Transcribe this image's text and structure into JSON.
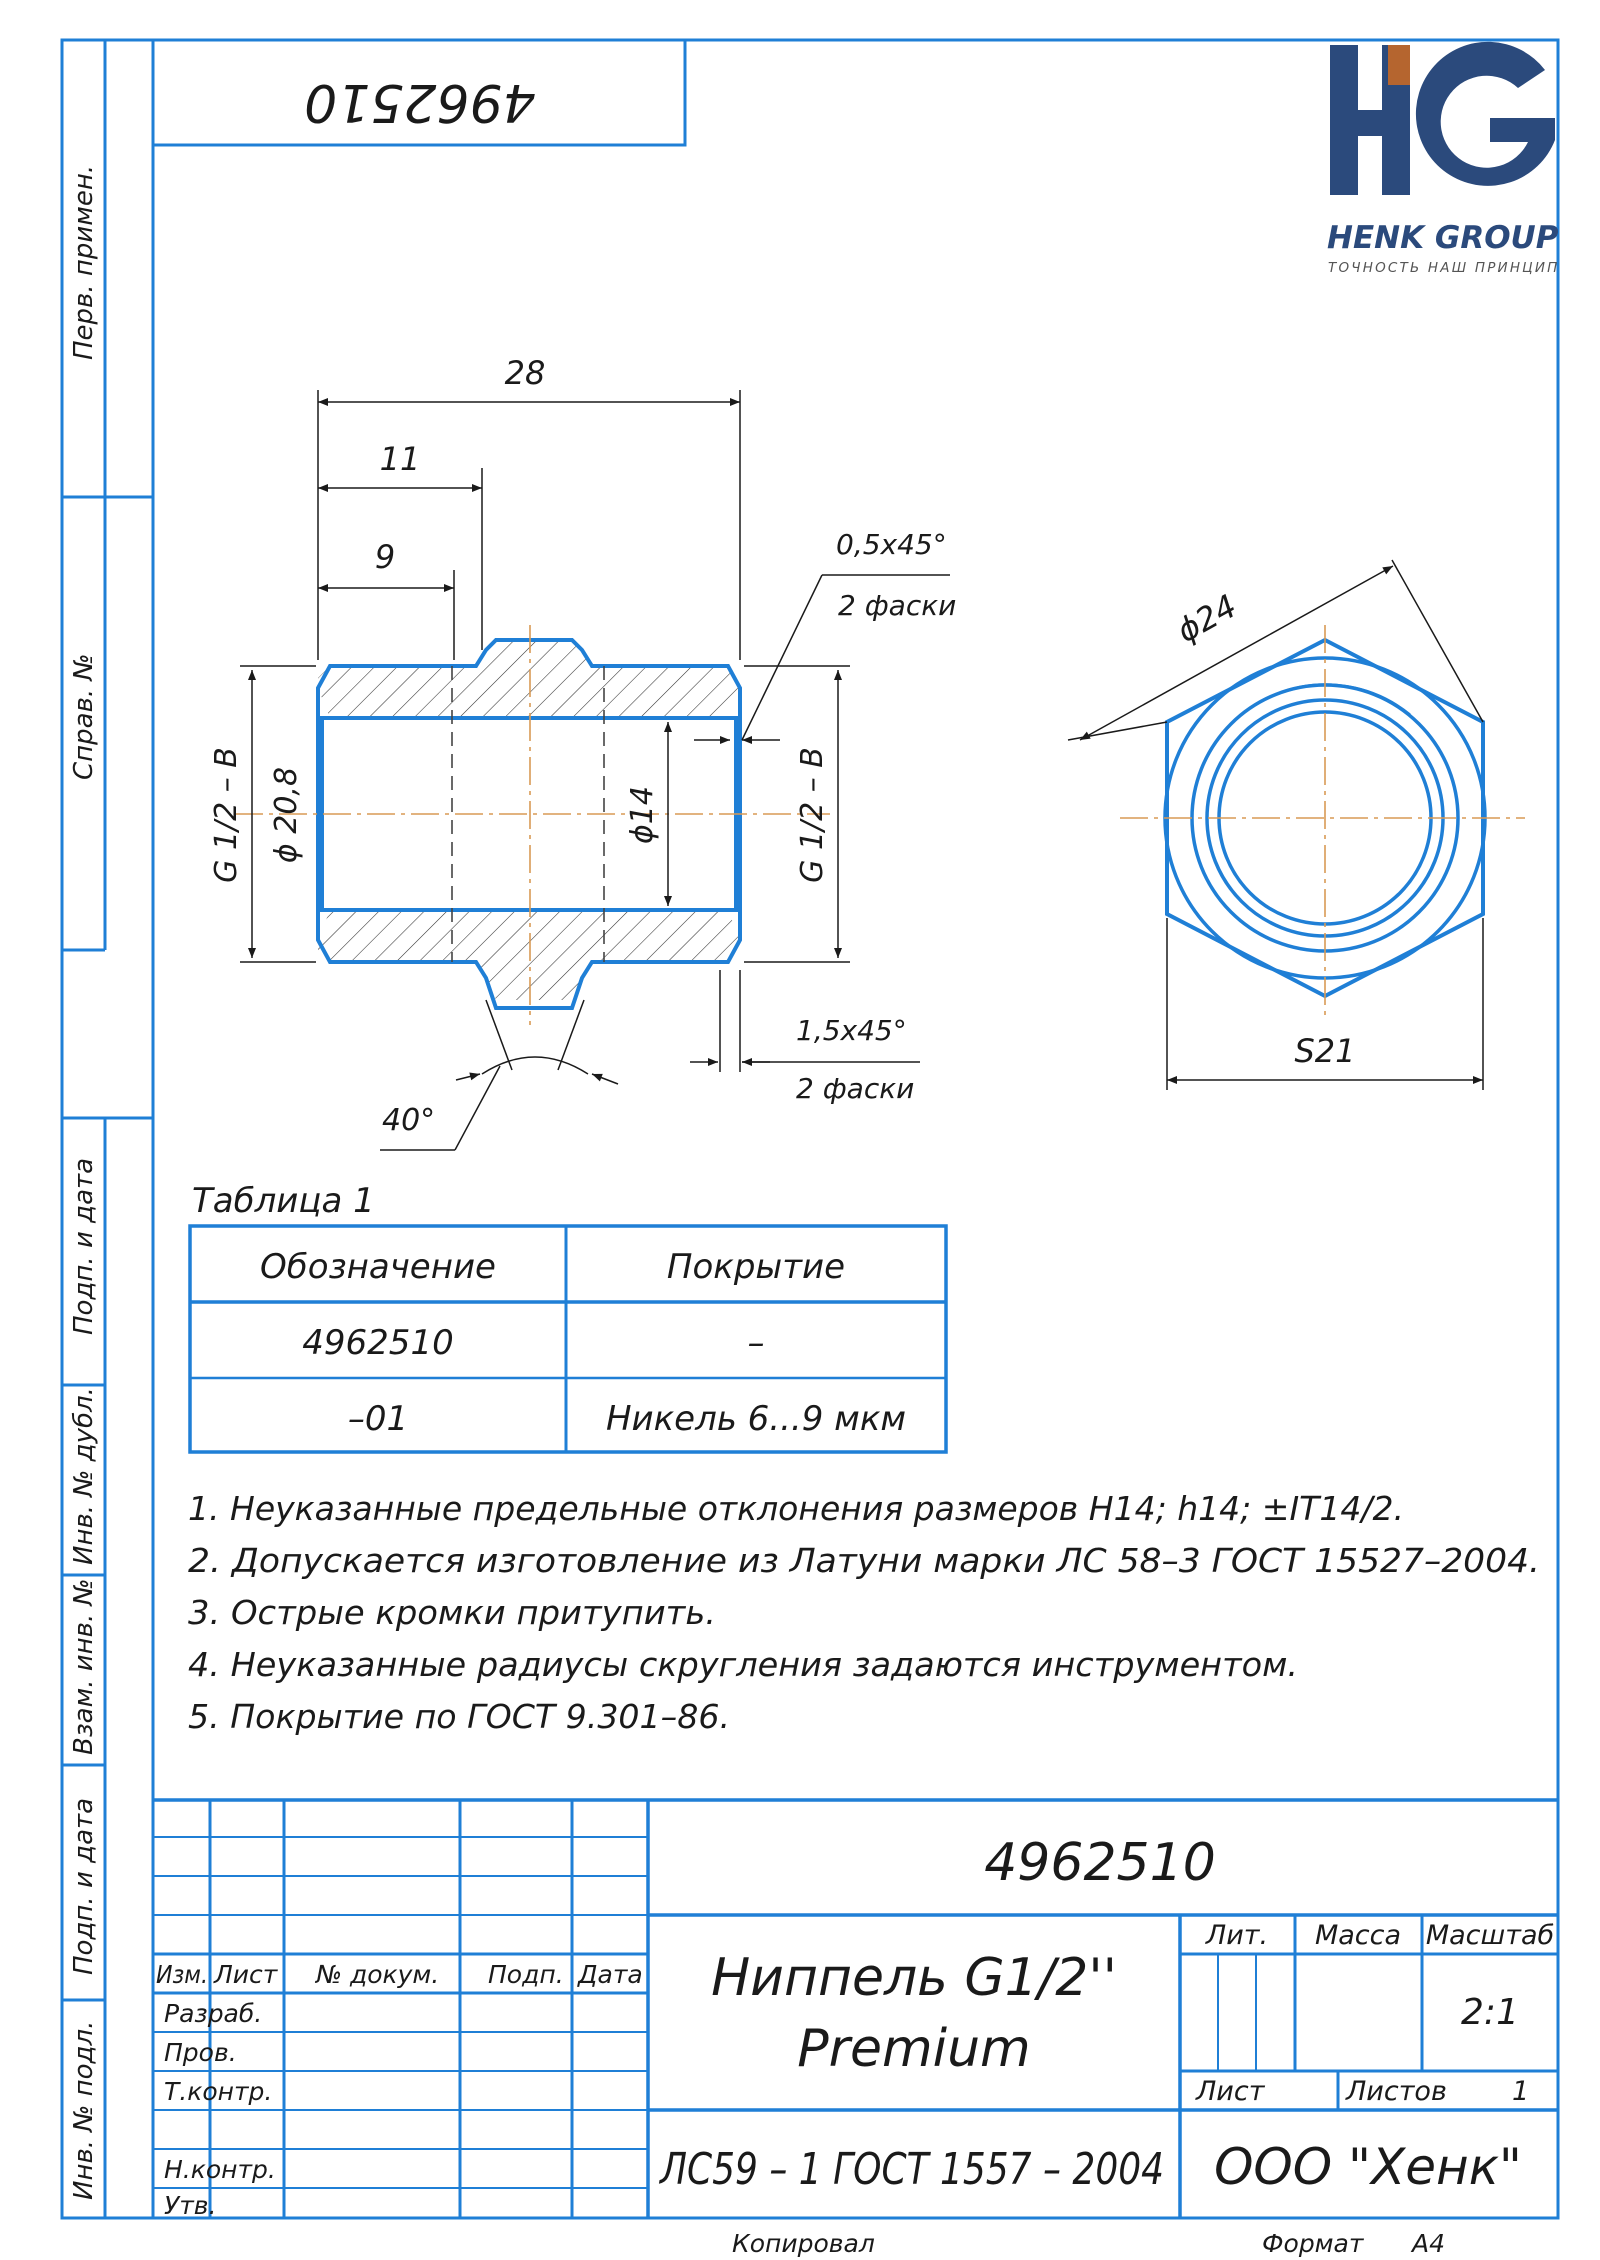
{
  "top_code": "4962510",
  "logo": {
    "brand": "HENK GROUP",
    "tagline": "ТОЧНОСТЬ НАШ ПРИНЦИП"
  },
  "side_labels": [
    "Перв. примен.",
    "Справ. №",
    "Подп. и дата",
    "Инв. № дубл.",
    "Взам. инв. №",
    "Подп. и дата",
    "Инв. № подл."
  ],
  "dimensions": {
    "d28": "28",
    "d11": "11",
    "d9": "9",
    "chamfer1": "0,5x45°",
    "chamfer1_note": "2 фаски",
    "chamfer2": "1,5x45°",
    "chamfer2_note": "2 фаски",
    "thread_left": "G 1/2 – B",
    "thread_right": "G 1/2 – B",
    "dia208": "ϕ 20,8",
    "dia14": "ϕ14",
    "angle40": "40°",
    "dia24": "ϕ24",
    "hex": "S21"
  },
  "table": {
    "caption": "Таблица 1",
    "headers": [
      "Обозначение",
      "Покрытие"
    ],
    "rows": [
      [
        "4962510",
        "–"
      ],
      [
        "–01",
        "Никель 6...9 мкм"
      ]
    ]
  },
  "notes": [
    "1. Неуказанные предельные отклонения размеров H14; h14; ±IT14/2.",
    "2. Допускается изготовление из Латуни марки ЛС 58–3 ГОСТ 15527–2004.",
    "3. Острые кромки притупить.",
    "4. Неуказанные радиусы скругления задаются инструментом.",
    "5. Покрытие по ГОСТ 9.301–86."
  ],
  "title_block": {
    "doc_code": "4962510",
    "name_line1": "Ниппель G1/2''",
    "name_line2": "Premium",
    "material": "ЛС59 – 1 ГОСТ 1557 – 2004",
    "company": "ООО \"Хенк\"",
    "lit": "Лит.",
    "mass": "Масса",
    "scale_label": "Масштаб",
    "scale": "2:1",
    "sheet": "Лист",
    "sheets": "Листов",
    "sheets_count": "1",
    "cols": [
      "Изм.",
      "Лист",
      "№ докум.",
      "Подп.",
      "Дата"
    ],
    "roles": [
      "Разраб.",
      "Пров.",
      "Т.контр.",
      "",
      "Н.контр.",
      "Утв."
    ],
    "copied": "Копировал",
    "format_label": "Формат",
    "format": "A4"
  },
  "colors": {
    "frame": "#1f7fd6",
    "axis": "#d89a55",
    "logo_blue": "#2b4a7c",
    "logo_brown": "#b5652f"
  }
}
